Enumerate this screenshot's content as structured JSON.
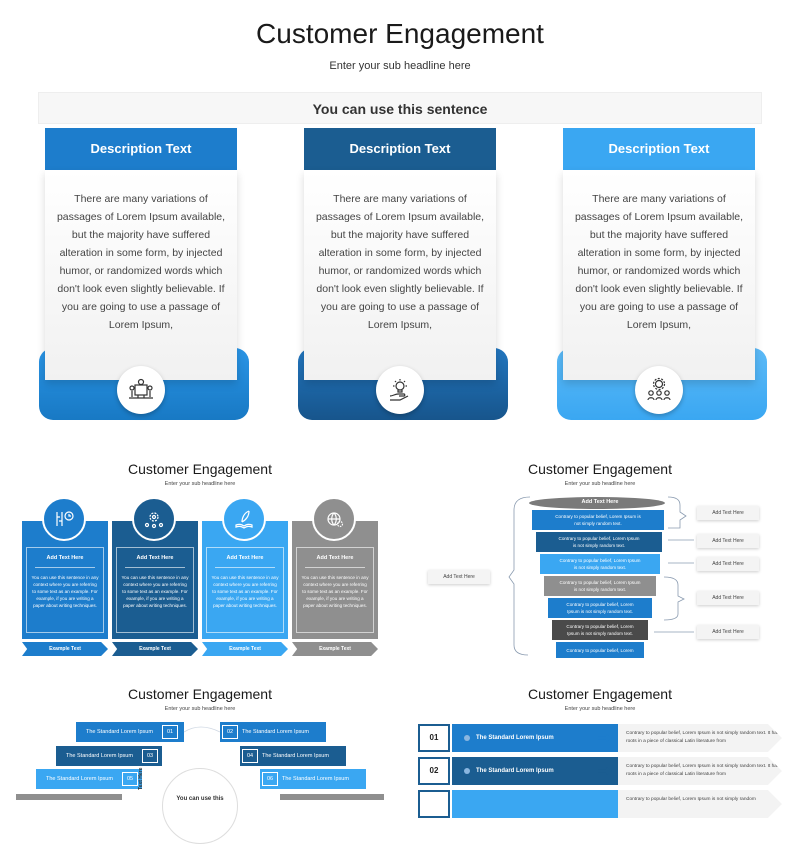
{
  "header": {
    "title": "Customer Engagement",
    "subtitle": "Enter your sub headline here",
    "sentence": "You can use this sentence"
  },
  "cards": [
    {
      "title": "Description Text",
      "text": "There are many variations of passages of Lorem Ipsum available, but the majority have suffered alteration in some form, by injected humor, or randomized words which don't look even slightly believable. If you are going to use a passage of Lorem Ipsum,",
      "icon": "team-icon",
      "color": "#1d7dcc",
      "base": "#1e8de0"
    },
    {
      "title": "Description Text",
      "text": "There are many variations of passages of Lorem Ipsum available, but the majority have suffered alteration in some form, by injected humor, or randomized words which don't look even slightly believable. If you are going to use a passage of Lorem Ipsum,",
      "icon": "idea-hand-icon",
      "color": "#1b5d91",
      "base": "#1b6bb0"
    },
    {
      "title": "Description Text",
      "text": "There are many variations of passages of Lorem Ipsum available, but the majority have suffered alteration in some form, by injected humor, or randomized words which don't look even slightly believable. If you are going to use a passage of Lorem Ipsum,",
      "icon": "people-gear-icon",
      "color": "#3aa7f2",
      "base": "#4ab0f5"
    }
  ],
  "thumbs": {
    "title": "Customer Engagement",
    "subtitle": "Enter your sub headline here",
    "cols": [
      {
        "head": "Add Text Here",
        "text": "You can use this sentence in any context where you are referring to some text as an example. For example, if you are writing a paper about writing techniques.",
        "foot": "Example Text",
        "color": "#1d7dcc",
        "icon": "settings-icon"
      },
      {
        "head": "Add Text Here",
        "text": "You can use this sentence in any context where you are referring to some text as an example. For example, if you are writing a paper about writing techniques.",
        "foot": "Example Text",
        "color": "#1b5d91",
        "icon": "network-gear-icon"
      },
      {
        "head": "Add Text Here",
        "text": "You can use this sentence in any context where you are referring to some text as an example. For example, if you are writing a paper about writing techniques.",
        "foot": "Example Text",
        "color": "#3aa7f2",
        "icon": "quill-book-icon"
      },
      {
        "head": "Add Text Here",
        "text": "You can use this sentence in any context where you are referring to some text as an example. For example, if you are writing a paper about writing techniques.",
        "foot": "Example Text",
        "color": "#8f8f8f",
        "icon": "globe-gear-icon"
      }
    ],
    "funnel": {
      "top": "Add Text Here",
      "rows": [
        "Contrary to popular belief, Lorem Ipsum is not simply random text.",
        "Contrary to popular belief, Lorem Ipsum is not simply random text.",
        "Contrary to popular belief, Lorem Ipsum is not simply random text.",
        "Contrary to popular belief, Lorem Ipsum is not simply random text.",
        "Contrary to popular belief, Lorem Ipsum is not simply random text.",
        "Contrary to popular belief, Lorem Ipsum is not simply random text.",
        "Contrary to popular belief, Lorem"
      ],
      "left_box": "Add Text Here",
      "right_boxes": [
        "Add Text Here",
        "Add Text Here",
        "Add Text Here",
        "Add Text Here",
        "Add Text Here"
      ]
    },
    "pills_left": [
      {
        "label": "The Standard Lorem Ipsum",
        "num": "01"
      },
      {
        "label": "The Standard Lorem Ipsum",
        "num": "03"
      },
      {
        "label": "The Standard Lorem Ipsum",
        "num": "05"
      }
    ],
    "pills_right": [
      {
        "label": "The Standard Lorem Ipsum",
        "num": "02"
      },
      {
        "label": "The Standard Lorem Ipsum",
        "num": "04"
      },
      {
        "label": "The Standard Lorem Ipsum",
        "num": "06"
      }
    ],
    "center_text": "You can use this",
    "vertical_text": "Text Here",
    "list": [
      {
        "num": "01",
        "label": "The Standard Lorem Ipsum",
        "text": "Contrary to popular belief, Lorem Ipsum is not simply random text. It has roots in a piece of classical Latin literature from"
      },
      {
        "num": "02",
        "label": "The Standard Lorem Ipsum",
        "text": "Contrary to popular belief, Lorem Ipsum is not simply random text. It has roots in a piece of classical Latin literature from"
      },
      {
        "num": "",
        "label": "",
        "text": "Contrary to popular belief, Lorem Ipsum is not simply random"
      }
    ]
  }
}
